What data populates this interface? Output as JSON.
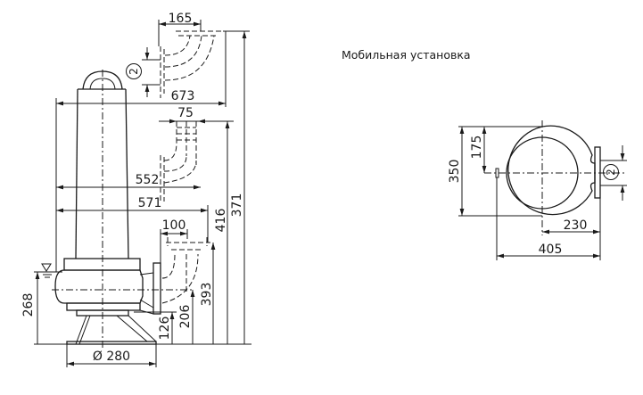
{
  "caption": "Мобильная установка",
  "side_view": {
    "dims": {
      "d165": "165",
      "d673": "673",
      "d75": "75",
      "d552": "552",
      "d571": "571",
      "d100": "100",
      "d371": "371",
      "d416": "416",
      "d393": "393",
      "d206": "206",
      "d126": "126",
      "d268": "268",
      "d280": "Ø 280"
    },
    "callout": "2"
  },
  "top_view": {
    "dims": {
      "d350": "350",
      "d175": "175",
      "d230": "230",
      "d405": "405"
    },
    "callout": "2"
  }
}
